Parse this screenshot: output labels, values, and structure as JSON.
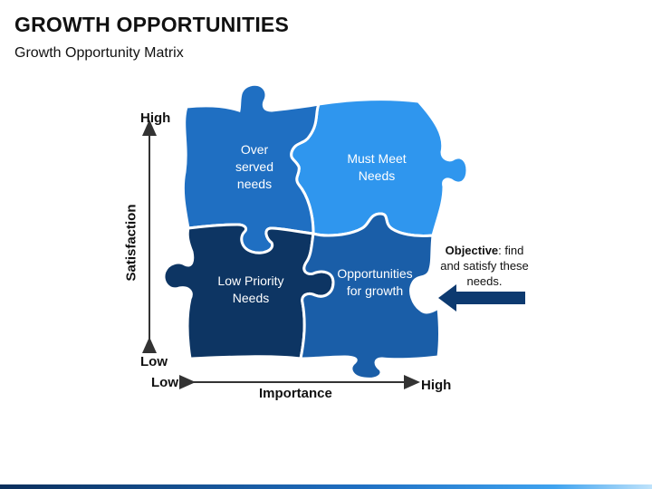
{
  "header": {
    "title": "GROWTH OPPORTUNITIES",
    "subtitle": "Growth Opportunity Matrix"
  },
  "axes": {
    "y_title": "Satisfaction",
    "y_high": "High",
    "y_low": "Low",
    "x_title": "Importance",
    "x_low": "Low",
    "x_high": "High"
  },
  "pieces": {
    "over_served": "Over\nserved\nneeds",
    "must_meet": "Must Meet\nNeeds",
    "low_priority": "Low Priority\nNeeds",
    "opportunities": "Opportunities\nfor growth"
  },
  "objective": {
    "label": "Objective",
    "text": ": find and satisfy these needs."
  },
  "colors": {
    "over_served": "#1f6fc2",
    "must_meet": "#2f96ee",
    "low_priority": "#0d3563",
    "opportunities": "#1a5ea8",
    "arrow": "#0d3a70",
    "axis": "#333333"
  }
}
